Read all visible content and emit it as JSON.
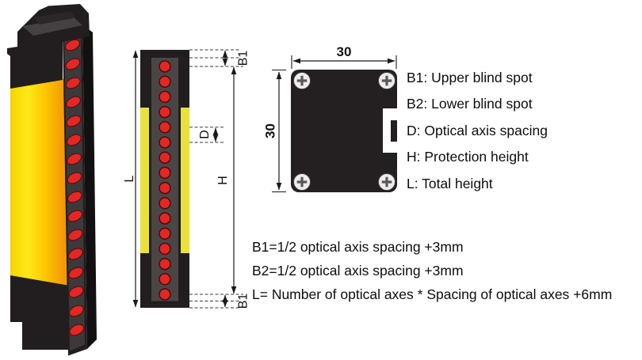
{
  "device_3d": {
    "led_count": 16
  },
  "front_view": {
    "beam_count": 16,
    "label_L": "L",
    "label_H": "H",
    "label_D": "D",
    "label_B1_top": "B1",
    "label_B1_bottom": "B1"
  },
  "top_view": {
    "dim_width": "30",
    "dim_height": "30"
  },
  "legend": {
    "items": [
      "B1: Upper blind spot",
      "B2: Lower blind spot",
      "D: Optical axis spacing",
      "H: Protection height",
      "L: Total height"
    ]
  },
  "formulas": [
    "B1=1/2 optical axis spacing +3mm",
    "B2=1/2 optical axis spacing +3mm",
    "L= Number of optical axes * Spacing of optical axes +6mm"
  ],
  "colors": {
    "background": "#ffffff",
    "housing_black": "#221e1f",
    "panel_gray": "#4b4646",
    "side_yellow": "#e9e13c",
    "body_yellow": "#ffe818",
    "body_orange": "#f59d08",
    "beam_red": "#e22725",
    "beam_red_dark": "#4a0b0b",
    "dim_line": "#1a1a1a",
    "screw_face": "#ededed",
    "screw_cross": "#5c5758"
  }
}
